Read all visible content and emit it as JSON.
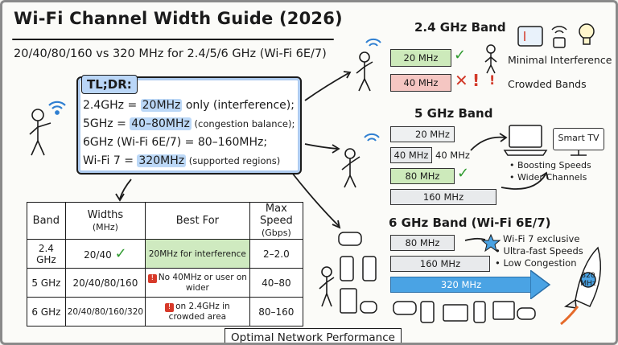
{
  "title": "Wi-Fi Channel Width Guide (2026)",
  "subtitle": "20/40/80/160 vs 320 MHz for 2.4/5/6 GHz (Wi-Fi 6E/7)",
  "tldr": {
    "heading": "TL;DR:",
    "line1": {
      "pre": "2.4GHz = ",
      "hl": "20MHz",
      "post": " only (interference);"
    },
    "line2": {
      "pre": "5GHz = ",
      "hl": "40–80MHz",
      "post": " (congestion balance);"
    },
    "line3": {
      "text": "6GHz (Wi-Fi 6E/7) = 80–160MHz;"
    },
    "line4": {
      "pre": "Wi-Fi 7 = ",
      "hl": "320MHz",
      "post": " (supported regions)"
    }
  },
  "table": {
    "headers": [
      "Band",
      "Widths",
      "(MHz)",
      "Best For",
      "Max Speed",
      "(Gbps)"
    ],
    "rows": [
      {
        "band": "2.4 GHz",
        "widths": "20/40",
        "best_for": "20MHz for interference",
        "speed": "2–2.0"
      },
      {
        "band": "5 GHz",
        "widths": "20/40/80/160",
        "best_for": "No 40MHz or user on wider",
        "speed": "40–80"
      },
      {
        "band": "6 GHz",
        "widths": "20/40/80/160/320",
        "best_for": "on 2.4GHz in crowded area",
        "speed": "80–160"
      }
    ]
  },
  "band24": {
    "title": "2.4 GHz Band",
    "bar1": "20 MHz",
    "bar2": "40 MHz",
    "note1": "Minimal Interference",
    "note2": "Crowded Bands"
  },
  "band5": {
    "title": "5 GHz Band",
    "bar20": "20 MHz",
    "bar40": "40 MHz",
    "bar40_label": "40 MHz",
    "bar80": "80 MHz",
    "bar160": "160 MHz",
    "tv": "Smart TV",
    "bullets": [
      "• Boosting Speeds",
      "• Wider Channels"
    ]
  },
  "band6": {
    "title": "6 GHz Band (Wi-Fi 6E/7)",
    "bar80": "80 MHz",
    "bar160": "160 MHz",
    "bar320": "320 MHz",
    "bullets": [
      "Wi-Fi 7 exclusive",
      "• Ultra-fast Speeds",
      "• Low Congestion"
    ],
    "rocket": "320 MHz"
  },
  "footer": "Optimal Network Performance",
  "colors": {
    "highlight": "#bcd8f7",
    "green": "#cdeabb",
    "red": "#f5c6c2",
    "blue": "#4aa3e4"
  }
}
